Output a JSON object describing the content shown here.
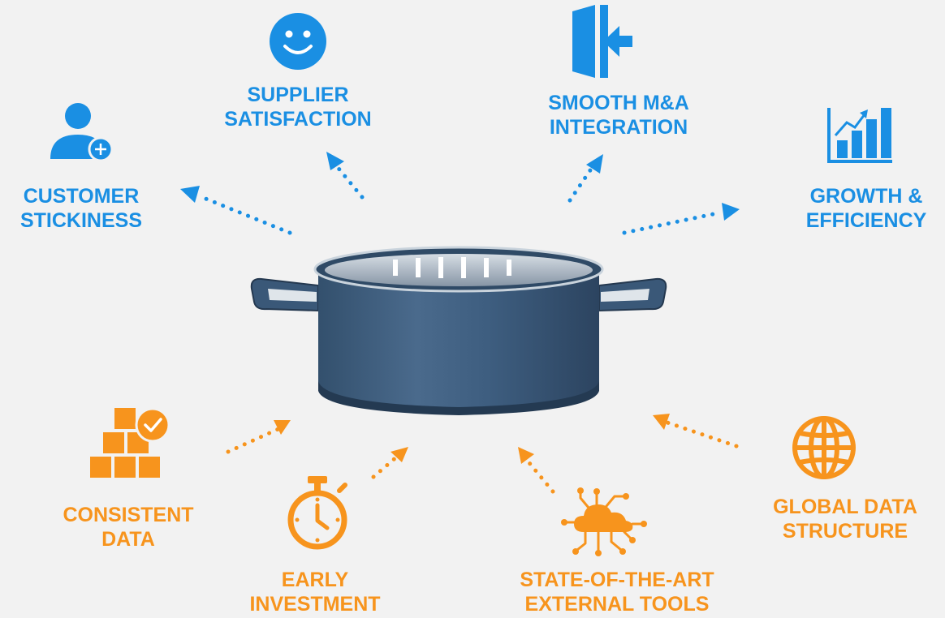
{
  "colors": {
    "outcome": "#1a8fe3",
    "input": "#f7941d",
    "background": "#f2f2f2",
    "pot": "#3d5a78"
  },
  "center": {
    "icon": "cooking-pot-icon"
  },
  "outcomes": [
    {
      "id": "customer-stickiness",
      "line1": "CUSTOMER",
      "line2": "STICKINESS",
      "icon": "user-add-icon"
    },
    {
      "id": "supplier-satisfaction",
      "line1": "SUPPLIER",
      "line2": "SATISFACTION",
      "icon": "smiley-face-icon"
    },
    {
      "id": "smooth-ma-integration",
      "line1": "SMOOTH M&A",
      "line2": "INTEGRATION",
      "icon": "merge-arrow-icon"
    },
    {
      "id": "growth-efficiency",
      "line1": "GROWTH &",
      "line2": "EFFICIENCY",
      "icon": "growth-chart-icon"
    }
  ],
  "inputs": [
    {
      "id": "consistent-data",
      "line1": "CONSISTENT",
      "line2": "DATA",
      "icon": "boxes-check-icon"
    },
    {
      "id": "early-investment",
      "line1": "EARLY",
      "line2": "INVESTMENT",
      "icon": "stopwatch-icon"
    },
    {
      "id": "state-of-the-art-external-tools",
      "line1": "STATE-OF-THE-ART",
      "line2": "EXTERNAL TOOLS",
      "icon": "cloud-network-icon"
    },
    {
      "id": "global-data-structure",
      "line1": "GLOBAL DATA",
      "line2": "STRUCTURE",
      "icon": "globe-icon"
    }
  ]
}
